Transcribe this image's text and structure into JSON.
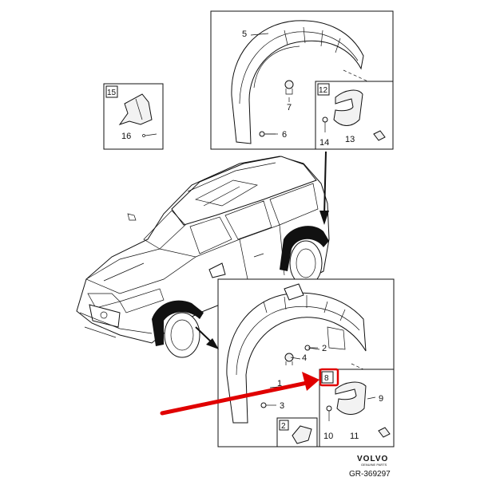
{
  "diagram": {
    "callouts": {
      "c1": "1",
      "c2a": "2",
      "c2b": "2",
      "c3": "3",
      "c4": "4",
      "c5": "5",
      "c6": "6",
      "c7": "7",
      "c8": "8",
      "c9": "9",
      "c10": "10",
      "c11": "11",
      "c12": "12",
      "c13": "13",
      "c14": "14",
      "c15": "15",
      "c16": "16"
    },
    "brand": {
      "name": "VOLVO",
      "subtitle": "GENUINE PARTS",
      "code": "GR-369297"
    },
    "colors": {
      "highlight": "#e00000",
      "line": "#111111",
      "wheel_arch": "#111111"
    }
  }
}
